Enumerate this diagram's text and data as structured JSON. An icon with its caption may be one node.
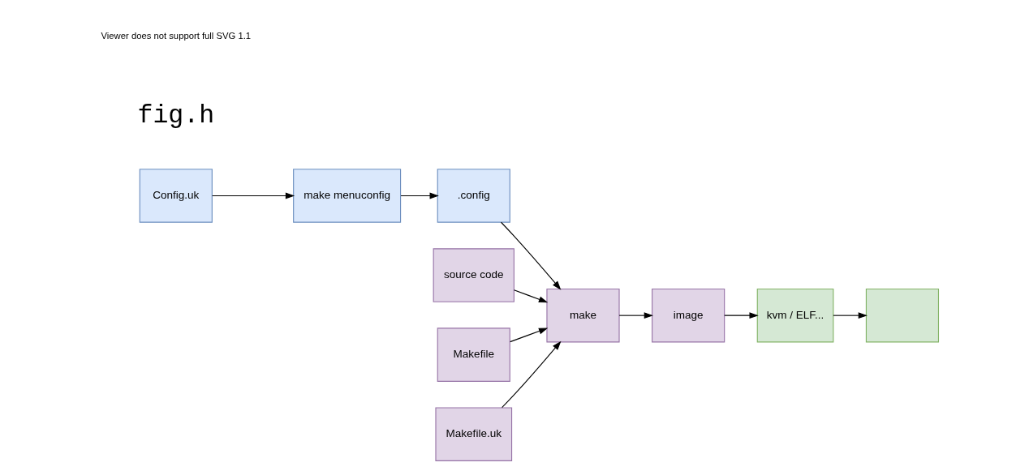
{
  "diagram": {
    "nodes": [
      {
        "text": [
          "Config.uk"
        ]
      },
      {
        "text": [
          "make menuconfig"
        ]
      },
      {
        "text": [
          ".config"
        ]
      },
      {
        "text": [
          "source code"
        ]
      },
      {
        "text": [
          "Makefile"
        ]
      },
      {
        "text": [
          "Makefile.uk"
        ]
      },
      {
        "text": [
          "make"
        ]
      },
      {
        "text": [
          "image"
        ]
      },
      {
        "text": [
          "kvm / ELF..."
        ]
      },
      {
        "text": [],
        "shape": "box"
      }
    ],
    "edges": [
      {
        "from": 0,
        "to": 1,
        "arrow": "to"
      },
      {
        "from": 1,
        "to": 2,
        "arrow": "to"
      },
      {
        "from": 2,
        "to": 6,
        "arrow": "to"
      },
      {
        "from": 3,
        "to": 6,
        "arrow": "to"
      },
      {
        "from": 4,
        "to": 6,
        "arrow": "to"
      },
      {
        "from": 5,
        "to": 6,
        "arrow": "to"
      },
      {
        "from": 6,
        "to": 7,
        "arrow": "to"
      },
      {
        "from": 7,
        "to": 8,
        "arrow": "to"
      },
      {
        "from": 8,
        "to": 9,
        "arrow": "to"
      }
    ],
    "labels": [
      "fig.h",
      "Viewer does not support full SVG 1.1"
    ]
  }
}
